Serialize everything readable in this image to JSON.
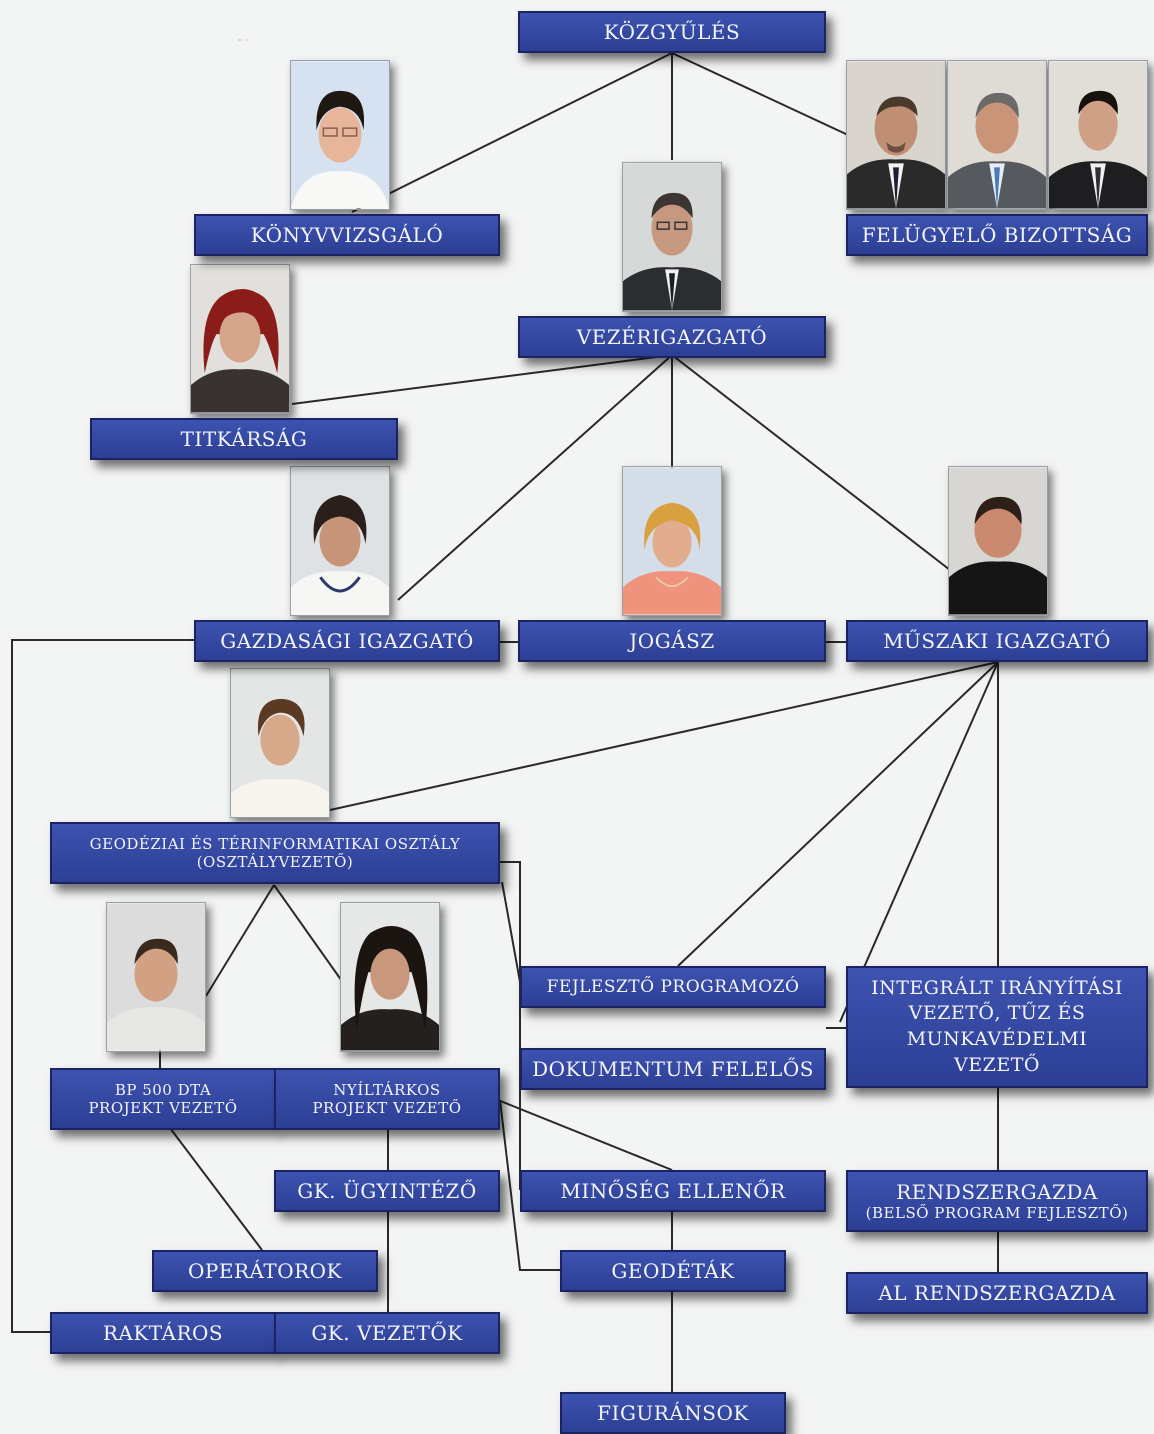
{
  "boxes": {
    "kozgyules": "KÖZGYŰLÉS",
    "konyvvizsgalo": "KÖNYVVIZSGÁLÓ",
    "felugyelo": "FELÜGYELŐ BIZOTTSÁG",
    "vezerigazgato": "VEZÉRIGAZGATÓ",
    "titkarsag": "TITKÁRSÁG",
    "gazdasagi": "GAZDASÁGI IGAZGATÓ",
    "jogasz": "JOGÁSZ",
    "muszaki": "MŰSZAKI IGAZGATÓ",
    "geodeziai_line1": "GEODÉZIAI ÉS TÉRINFORMATIKAI OSZTÁLY",
    "geodeziai_line2": "(OSZTÁLYVEZETŐ)",
    "fejleszto": "FEJLESZTŐ PROGRAMOZÓ",
    "dokumentum": "DOKUMENTUM FELELŐS",
    "integralt_line1": "INTEGRÁLT IRÁNYÍTÁSI",
    "integralt_line2": "VEZETŐ, TŰZ ÉS",
    "integralt_line3": "MUNKAVÉDELMI",
    "integralt_line4": "VEZETŐ",
    "bp500_line1": "BP 500 DTA",
    "bp500_line2": "PROJEKT VEZETŐ",
    "nyiltarkos_line1": "NYÍLTÁRKOS",
    "nyiltarkos_line2": "PROJEKT VEZETŐ",
    "gk_ugyintezo": "GK. ÜGYINTÉZŐ",
    "minoseg": "MINŐSÉG ELLENŐR",
    "rendszergazda_line1": "RENDSZERGAZDA",
    "rendszergazda_line2": "(BELSŐ PROGRAM FEJLESZTŐ)",
    "operatorok": "OPERÁTOROK",
    "geodetak": "GEODÉTÁK",
    "al_rendszergazda": "AL RENDSZERGAZDA",
    "raktaros": "RAKTÁROS",
    "gk_vezetok": "GK. VEZETŐK",
    "figuransok": "FIGURÁNSOK"
  },
  "colors": {
    "box": "#2c3f95",
    "box_border": "#1b2460",
    "line": "#2a2a2a",
    "background": "#f3f4f4"
  }
}
